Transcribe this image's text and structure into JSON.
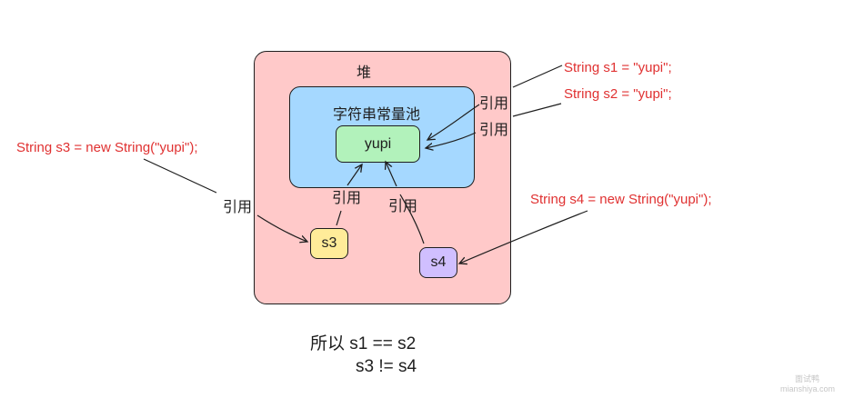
{
  "heap": {
    "title": "堆"
  },
  "pool": {
    "title": "字符串常量池",
    "literal": "yupi"
  },
  "refs": {
    "s3": "s3",
    "s4": "s4"
  },
  "edge_label": "引用",
  "code": {
    "s1": "String s1 = \"yupi\";",
    "s2": "String s2 = \"yupi\";",
    "s3": "String s3 = new String(\"yupi\");",
    "s4": "String s4 = new String(\"yupi\");"
  },
  "conclusion": {
    "line1": "所以 s1 == s2",
    "line2": "s3 != s4"
  },
  "watermark": {
    "line1": "面试鸭",
    "line2": "mianshiya.com"
  },
  "colors": {
    "heap": "#ffc9c9",
    "pool": "#a5d8ff",
    "literal": "#b2f2bb",
    "s3": "#ffec99",
    "s4": "#d0bfff",
    "code_text": "#e03131"
  }
}
